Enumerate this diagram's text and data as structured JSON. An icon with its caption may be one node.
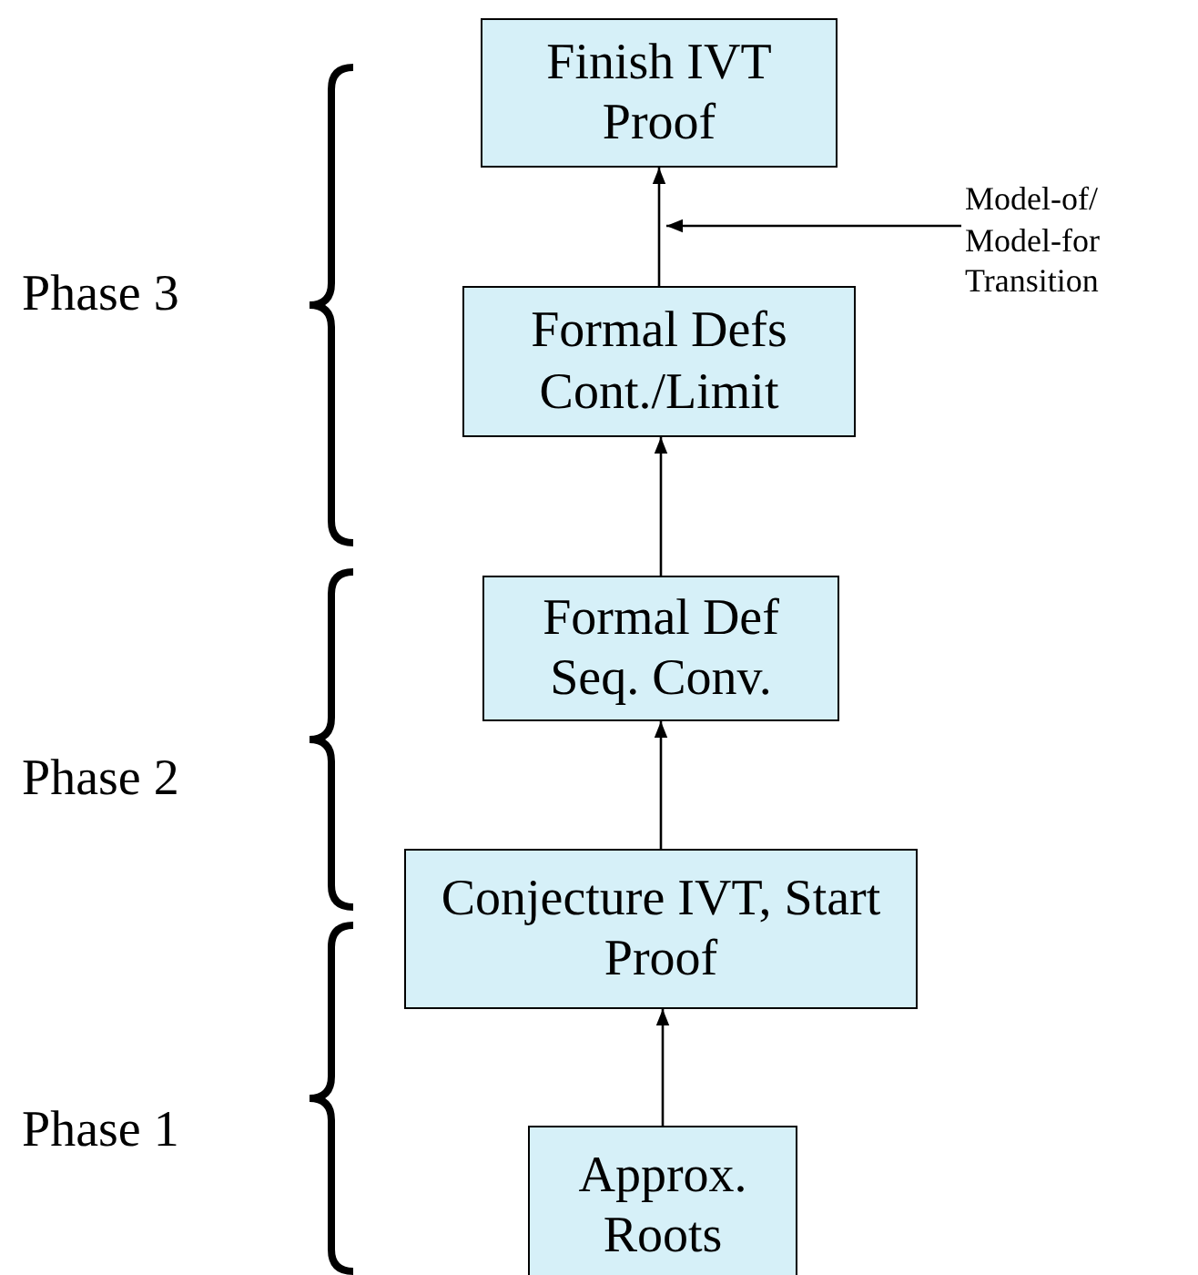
{
  "diagram": {
    "nodes": [
      {
        "text": [
          "Finish IVT Proof"
        ]
      },
      {
        "text": [
          "Formal Defs Cont./Limit"
        ]
      },
      {
        "text": [
          "Formal Def Seq. Conv."
        ]
      },
      {
        "text": [
          "Conjecture IVT, Start Proof"
        ]
      },
      {
        "text": [
          "Approx. Roots"
        ]
      },
      {
        "text": [
          "Model-of/ Model-for Transition"
        ]
      }
    ],
    "edges": [
      {
        "from": 4,
        "to": 3,
        "arrow": "to"
      },
      {
        "from": 3,
        "to": 2,
        "arrow": "to"
      },
      {
        "from": 2,
        "to": 1,
        "arrow": "to"
      },
      {
        "from": 1,
        "to": 0,
        "arrow": "to"
      },
      {
        "from": 5,
        "to": null,
        "arrow": "to"
      }
    ],
    "labels": [
      "Phase 3",
      "Phase 2",
      "Phase 1"
    ]
  }
}
